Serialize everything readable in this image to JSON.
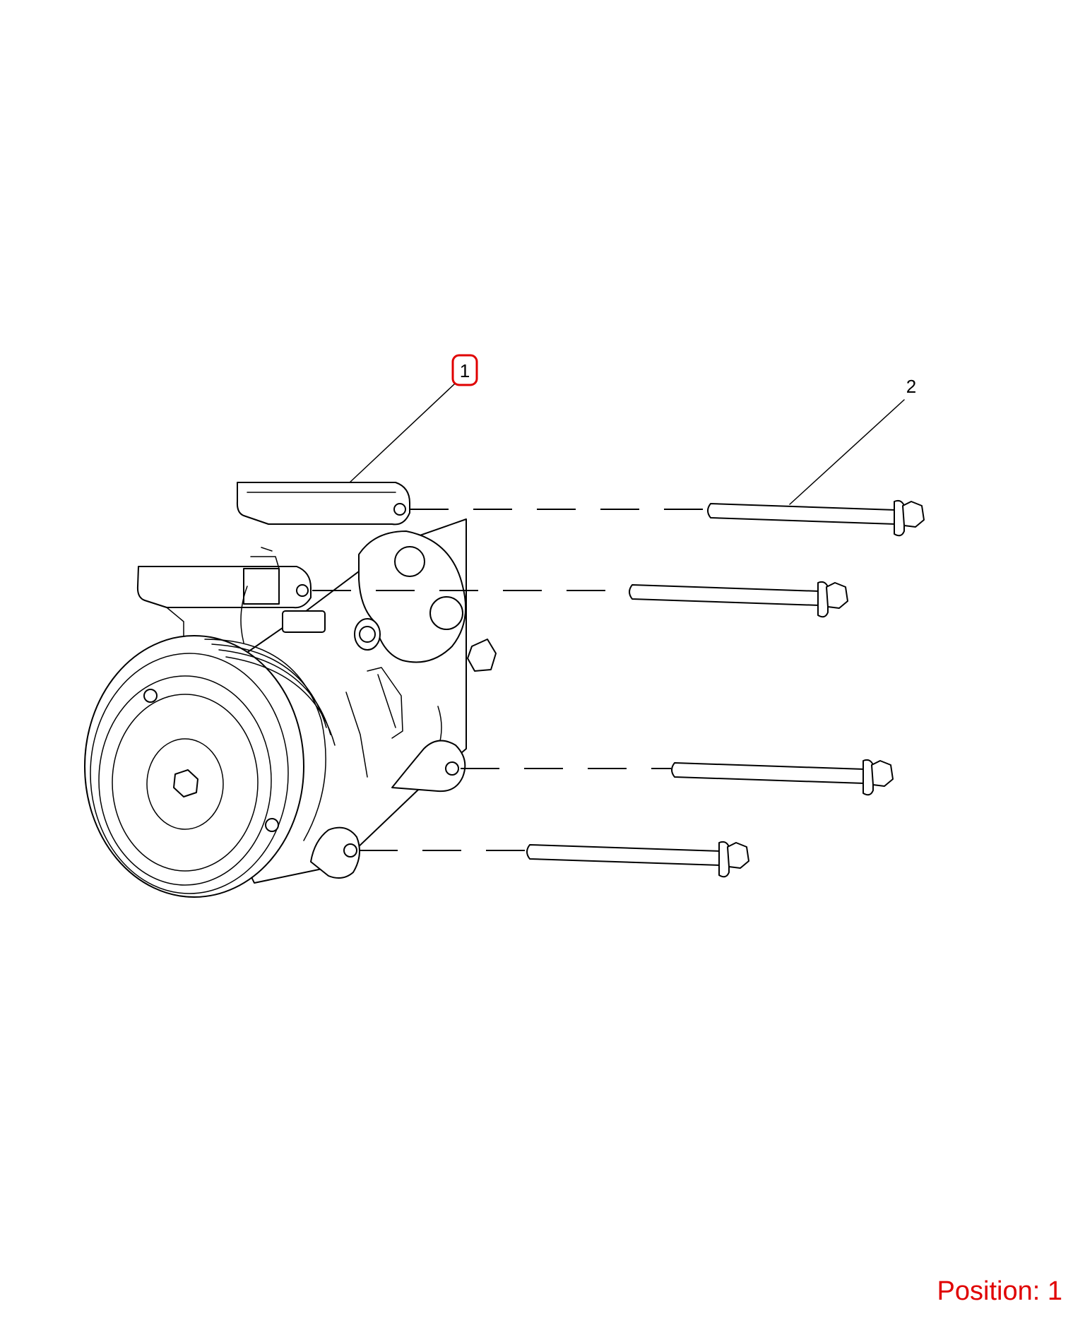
{
  "callouts": {
    "part1": "1",
    "part2": "2"
  },
  "position": {
    "label": "Position:",
    "value": "1"
  },
  "colors": {
    "highlight": "#e00000",
    "line": "#000000",
    "background": "#ffffff"
  }
}
